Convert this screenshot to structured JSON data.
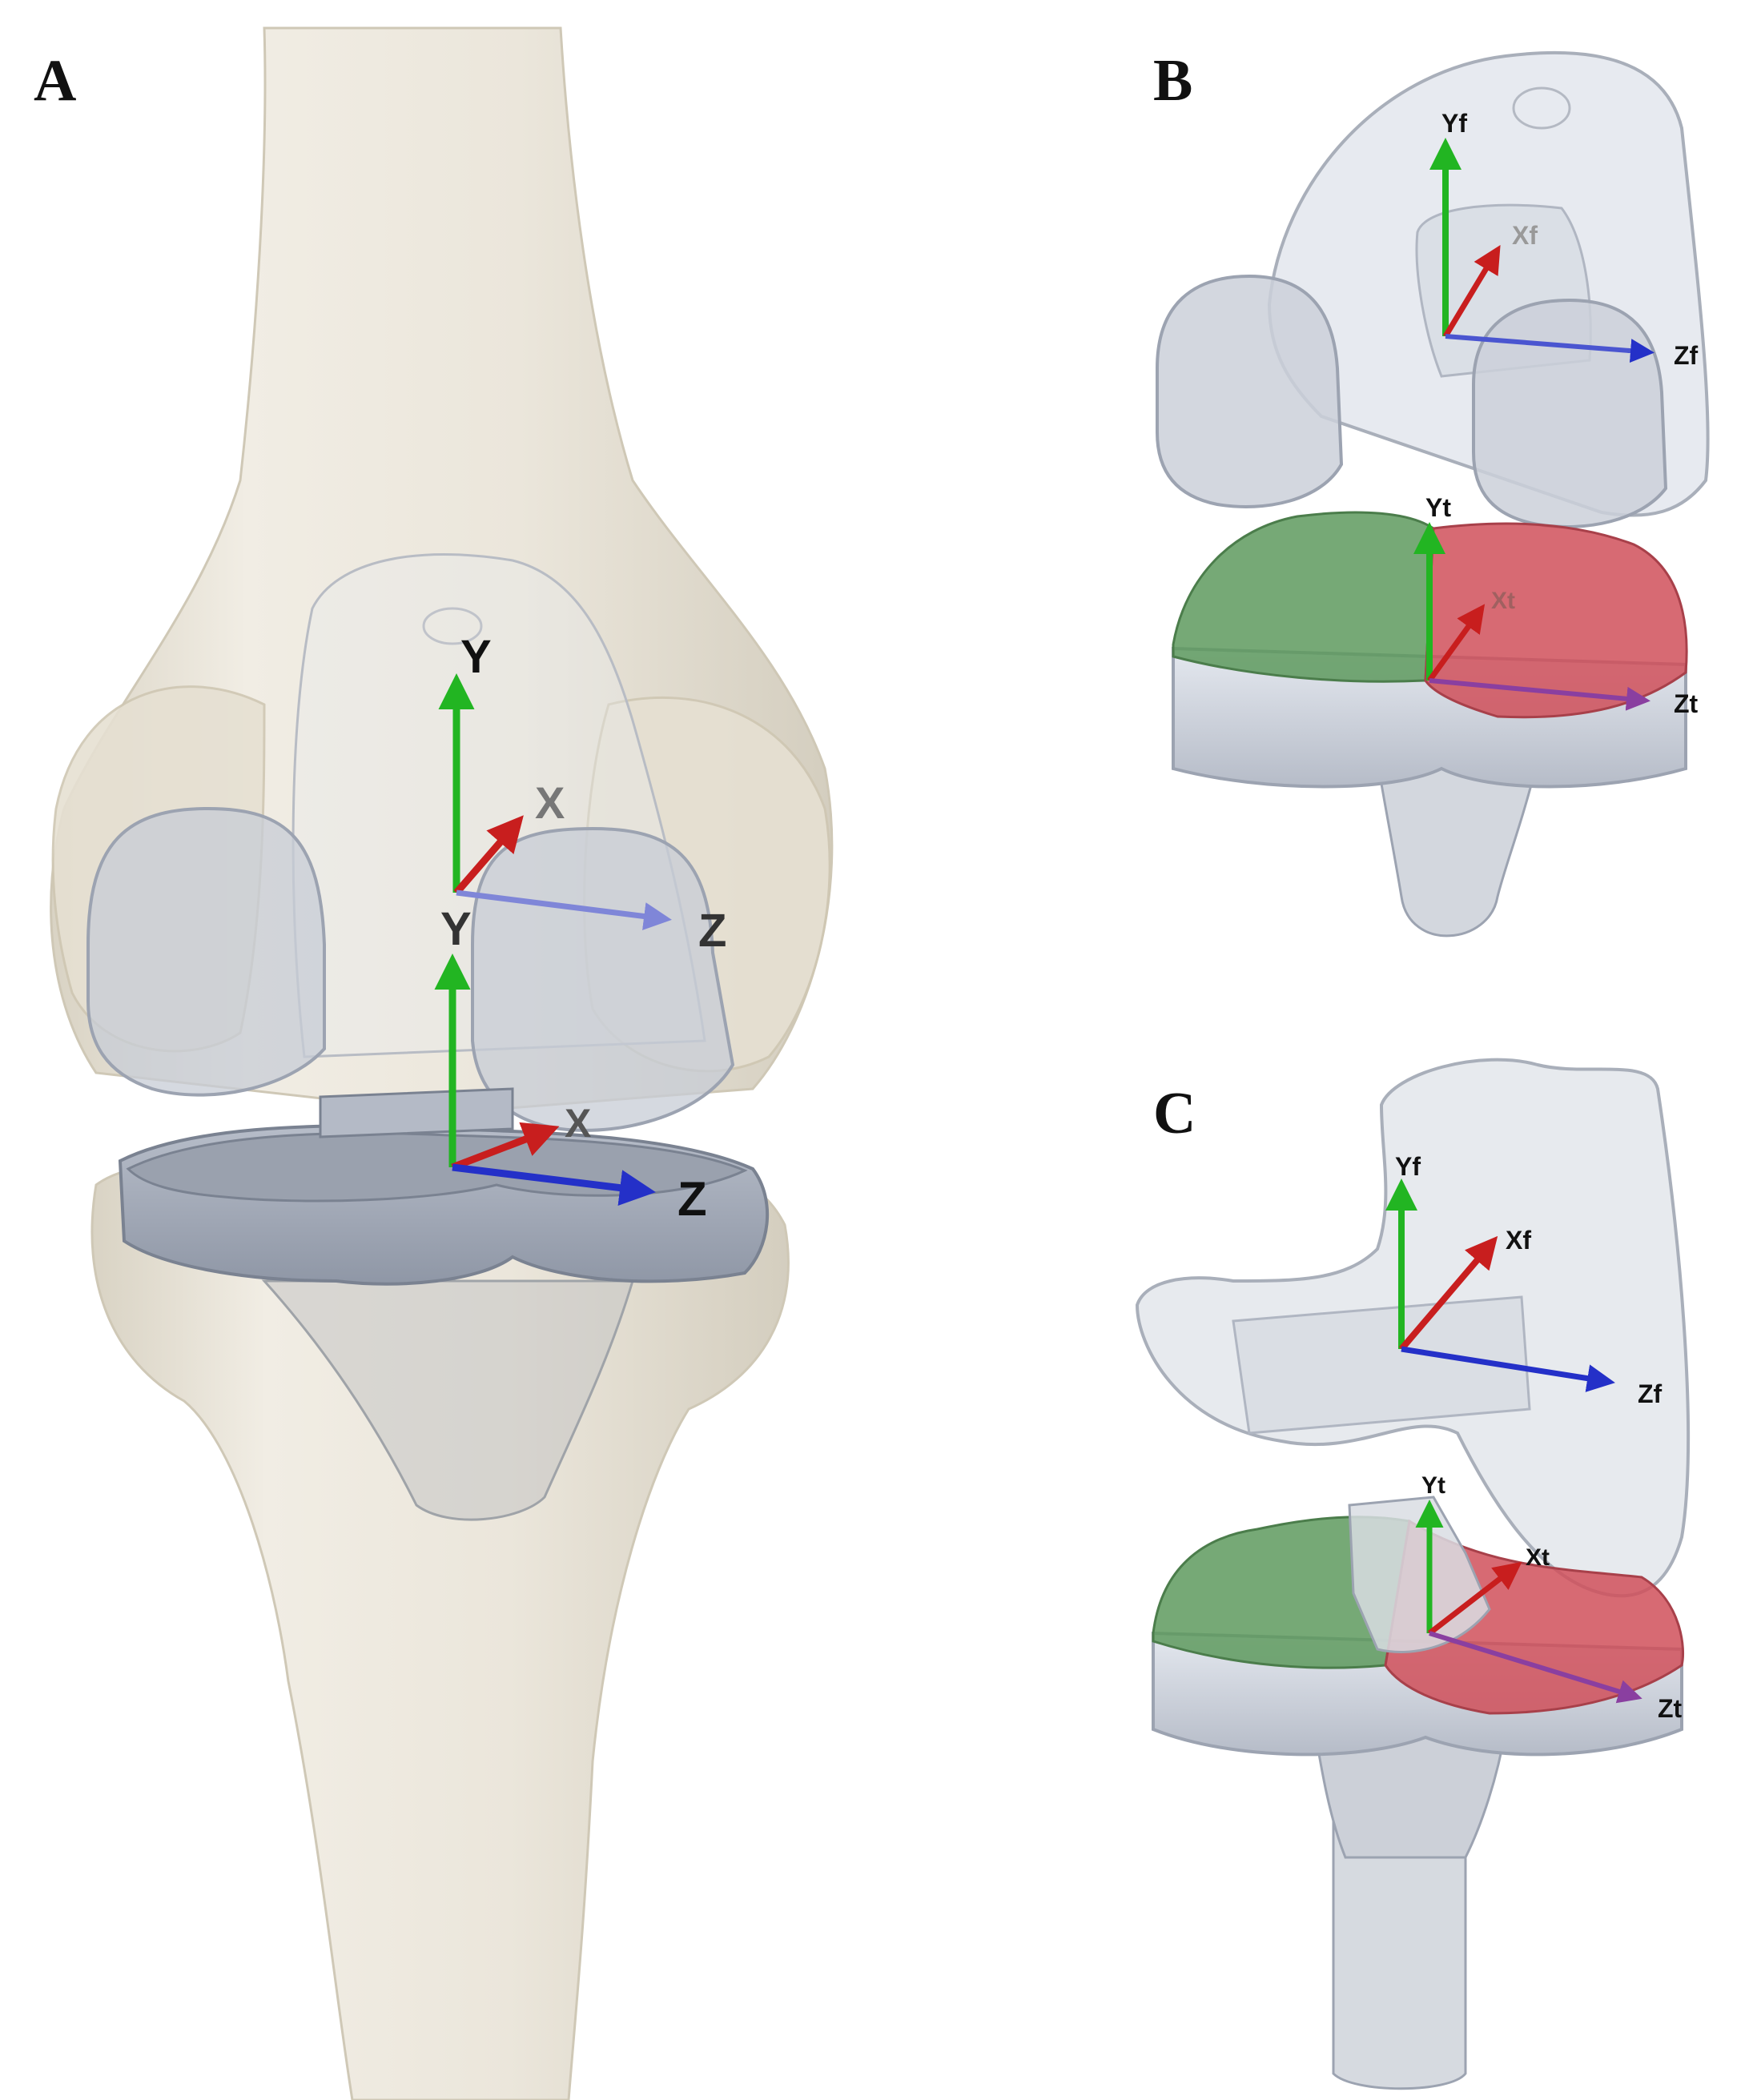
{
  "panels": {
    "a": {
      "letter": "A",
      "femoral_axes": {
        "y": "Y",
        "x": "X",
        "z": "Z"
      },
      "tibial_axes": {
        "y": "Y",
        "x": "X",
        "z": "Z"
      }
    },
    "b": {
      "letter": "B",
      "femoral_axes": {
        "y": "Yf",
        "x": "Xf",
        "z": "Zf"
      },
      "tibial_axes": {
        "y": "Yt",
        "x": "Xt",
        "z": "Zt"
      }
    },
    "c": {
      "letter": "C",
      "femoral_axes": {
        "y": "Yf",
        "x": "Xf",
        "z": "Zf"
      },
      "tibial_axes": {
        "y": "Yt",
        "x": "Xt",
        "z": "Zt"
      }
    }
  },
  "colors": {
    "axis_y": "#22b522",
    "axis_x": "#c81e1e",
    "axis_z": "#2430c8",
    "bone": "#e9e4d8",
    "implant": "#c9ced8",
    "insert_medial": "#5e9a5e",
    "insert_lateral": "#d0505a"
  }
}
